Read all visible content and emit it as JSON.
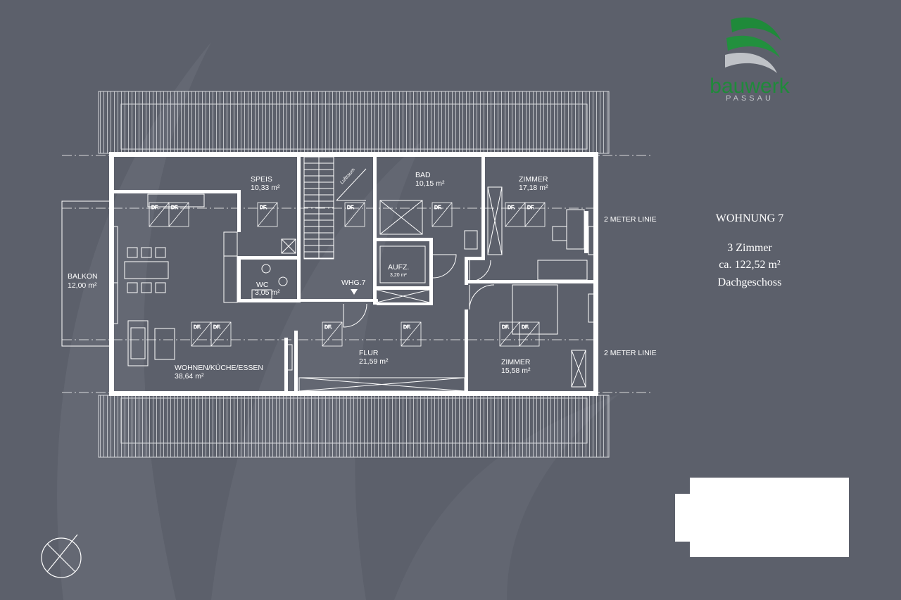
{
  "logo": {
    "word": "bauwerk",
    "city": "PASSAU",
    "colors": {
      "green": "#1f8a3a",
      "grey": "#bfc2c7"
    }
  },
  "info": {
    "title": "WOHNUNG 7",
    "rooms": "3 Zimmer",
    "area": "ca. 122,52 m²",
    "floor": "Dachgeschoss"
  },
  "plan": {
    "meter_line_top": "2 METER LINIE",
    "meter_line_bottom": "2 METER LINIE",
    "luftraum": "Luftraum",
    "df": "DF.",
    "rooms": {
      "speis": {
        "name": "SPEIS",
        "area": "10,33 m²"
      },
      "bad": {
        "name": "BAD",
        "area": "10,15 m²"
      },
      "zimmer1": {
        "name": "ZIMMER",
        "area": "17,18 m²"
      },
      "balkon": {
        "name": "BALKON",
        "area": "12,00 m²"
      },
      "wc": {
        "name": "WC",
        "area": "3,05 m²"
      },
      "aufzug": {
        "name": "AUFZ.",
        "area": "3,20 m²"
      },
      "whg": {
        "name": "WHG.7"
      },
      "flur": {
        "name": "FLUR",
        "area": "21,59 m²"
      },
      "zimmer2": {
        "name": "ZIMMER",
        "area": "15,58 m²"
      },
      "wohnen": {
        "name": "WOHNEN/KÜCHE/ESSEN",
        "area": "38,64 m²"
      }
    }
  },
  "colors": {
    "background": "#5c606b",
    "lines": "#ffffff",
    "swoosh": "#666a75"
  }
}
